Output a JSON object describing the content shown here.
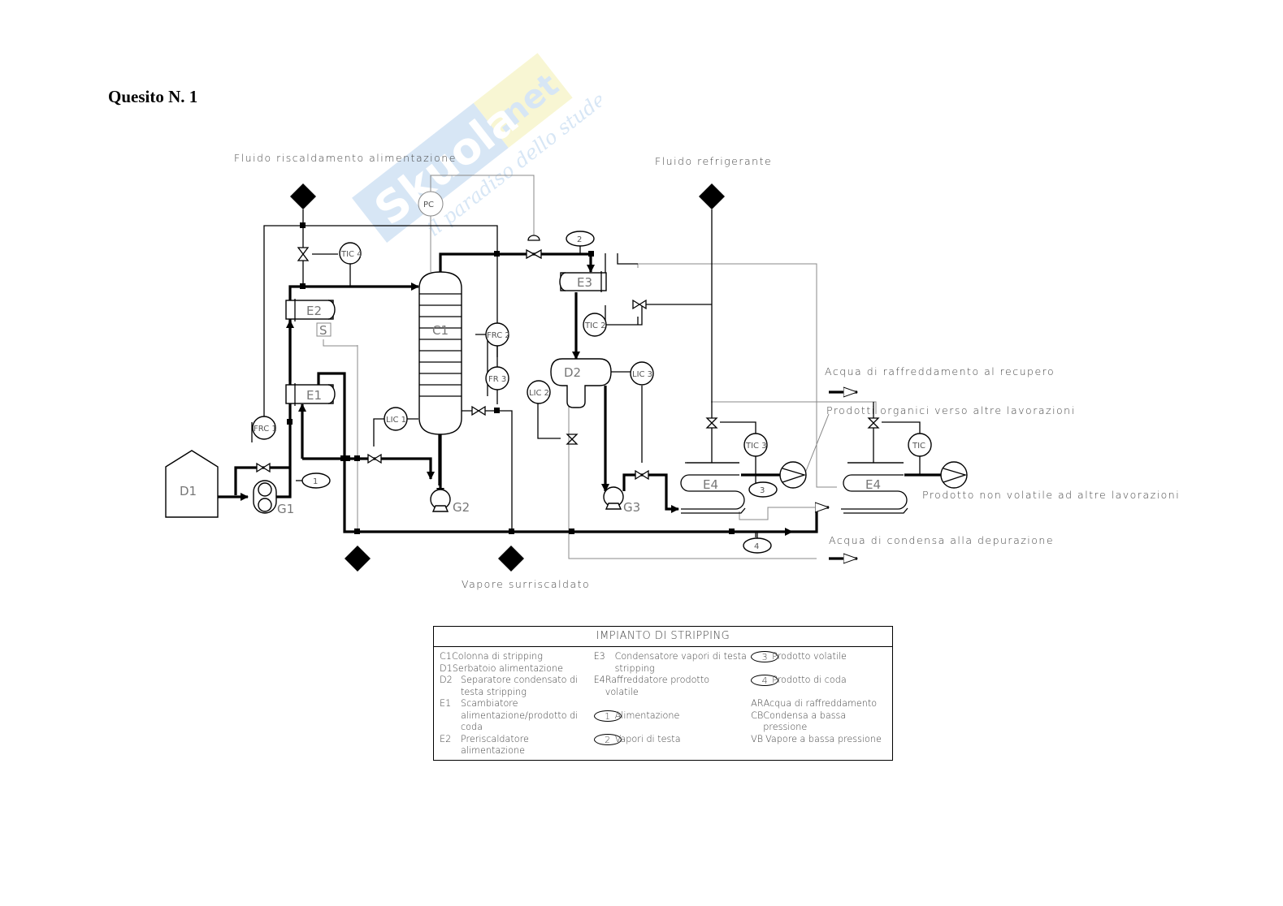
{
  "heading": "Quesito N. 1",
  "watermark": {
    "brand": "Skuola.net",
    "tagline": "il paradiso dello studente",
    "colors": {
      "blue": "#b7d3ee",
      "yellow": "#f4f0b0"
    }
  },
  "labels": {
    "heating_fluid": "Fluido riscaldamento alimentazione",
    "refrigerant": "Fluido refrigerante",
    "cooling_water_recovery": "Acqua di raffreddamento al recupero",
    "organic_products": "Prodotti organici verso altre lavorazioni",
    "non_volatile_product": "Prodotto non volatile ad altre lavorazioni",
    "condensate_water": "Acqua di condensa alla depurazione",
    "superheated_steam": "Vapore surriscaldato"
  },
  "equipment": {
    "D1": "D1",
    "G1": "G1",
    "G2": "G2",
    "G3": "G3",
    "E1": "E1",
    "E2": "E2",
    "E3": "E3",
    "E4a": "E4",
    "E4b": "E4",
    "C1": "C1",
    "D2": "D2",
    "S": "S"
  },
  "instruments": {
    "PC": "PC",
    "TIC4": "TIC 4",
    "FRC1": "FRC 1",
    "FRC2": "FRC 2",
    "FR3": "FR 3",
    "LIC1": "LIC 1",
    "TIC2": "TIC 2",
    "LIC2": "LIC 2",
    "LIC3": "LIC 3",
    "TIC3": "TIC 3",
    "TIC": "TIC"
  },
  "streams": {
    "s1": "1",
    "s2": "2",
    "s3": "3",
    "s4": "4"
  },
  "legend": {
    "title": "IMPIANTO DI STRIPPING",
    "col1": [
      {
        "code": "C1",
        "text": "Colonna di stripping"
      },
      {
        "code": "D1",
        "text": "Serbatoio alimentazione"
      },
      {
        "code": "D2",
        "text": "Separatore condensato di testa stripping"
      },
      {
        "code": "E1",
        "text": "Scambiatore alimentazione/prodotto di coda"
      },
      {
        "code": "E2",
        "text": "Preriscaldatore alimentazione"
      }
    ],
    "col2": [
      {
        "code": "E3",
        "text": "Condensatore vapori di testa stripping"
      },
      {
        "code": "E4",
        "text": "Raffreddatore prodotto volatile"
      },
      {
        "code": "1",
        "text": "Alimentazione"
      },
      {
        "code": "2",
        "text": "Vapori di testa"
      }
    ],
    "col3": [
      {
        "code": "3",
        "text": "Prodotto volatile"
      },
      {
        "code": "4",
        "text": "Prodotto di coda"
      },
      {
        "code": "AR",
        "text": "Acqua di raffreddamento"
      },
      {
        "code": "CB",
        "text": "Condensa a bassa pressione"
      },
      {
        "code": "VB",
        "text": "Vapore a bassa pressione"
      }
    ]
  }
}
